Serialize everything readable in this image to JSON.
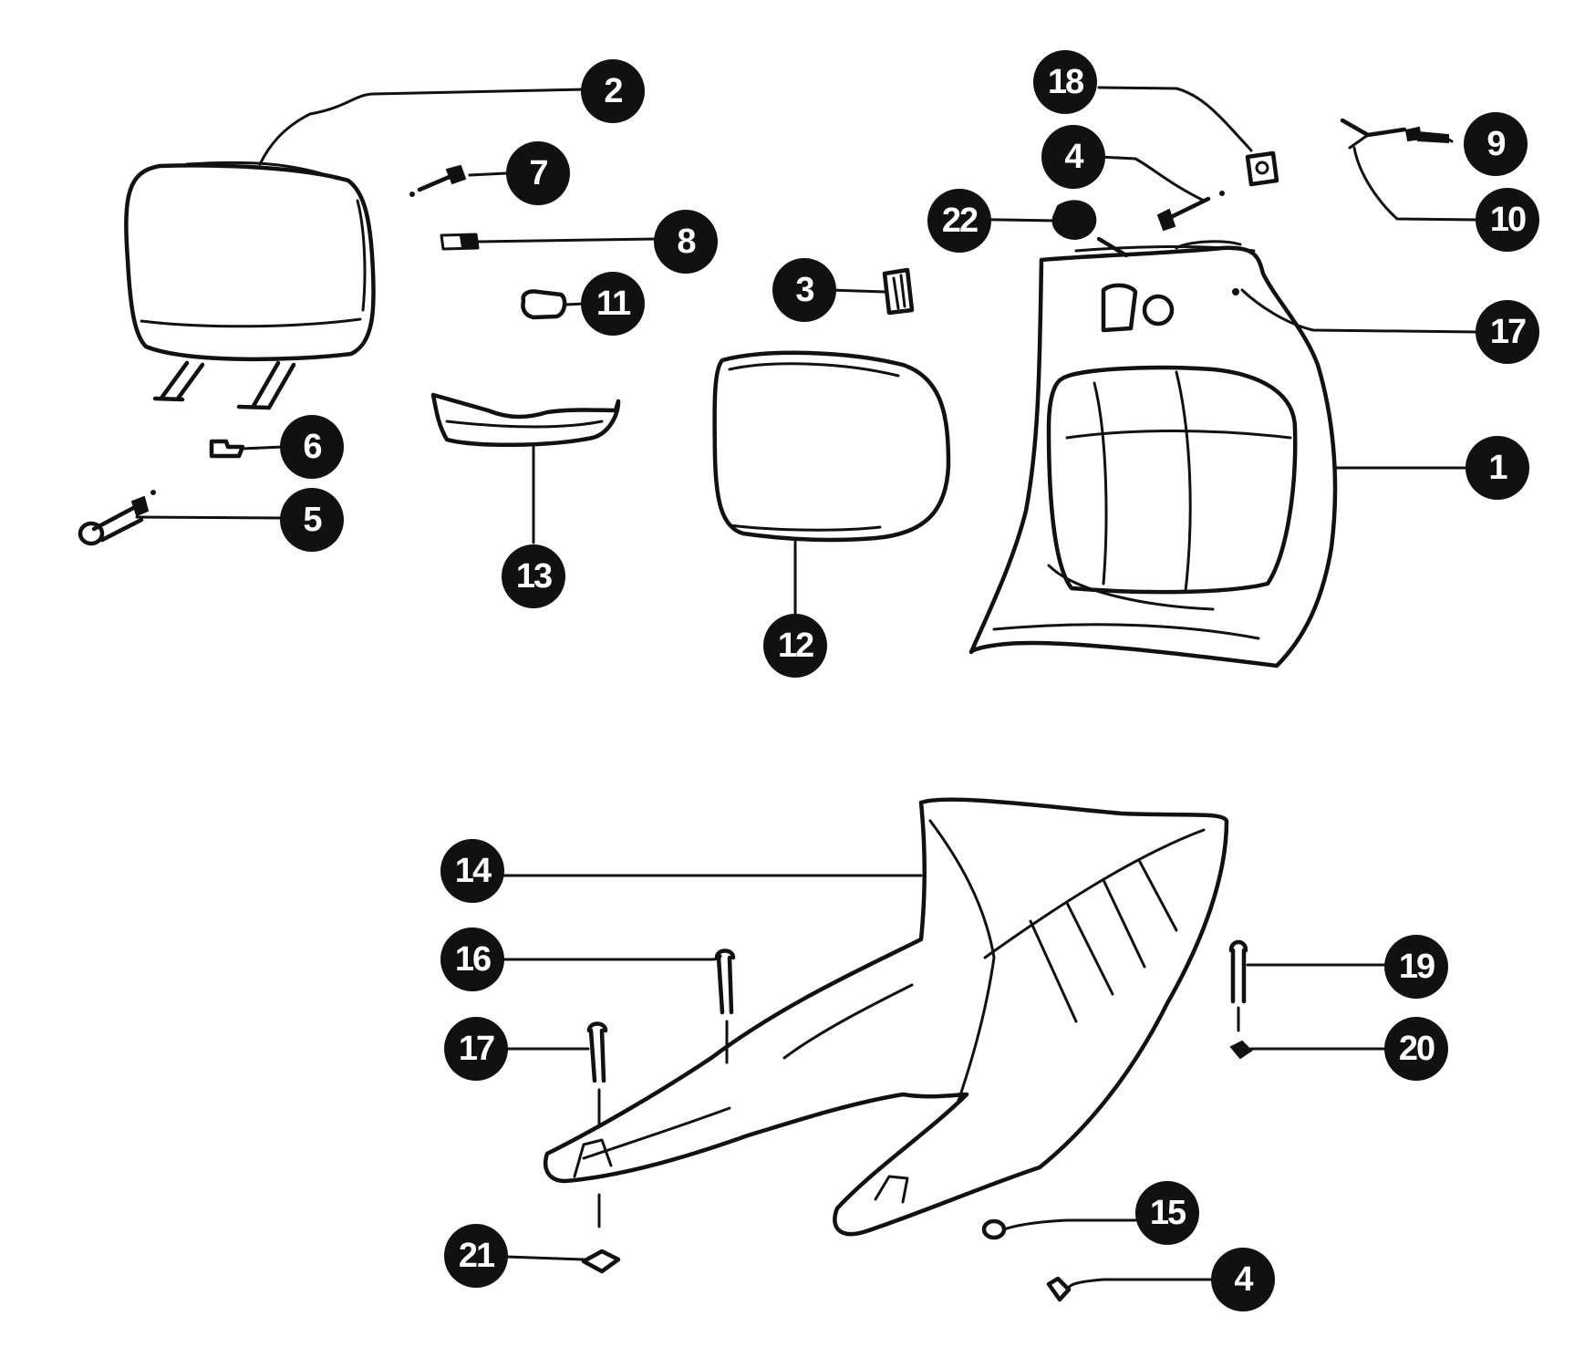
{
  "callouts": {
    "c1": "1",
    "c2": "2",
    "c3": "3",
    "c4a": "4",
    "c4b": "4",
    "c5": "5",
    "c6": "6",
    "c7": "7",
    "c8": "8",
    "c9": "9",
    "c10": "10",
    "c11": "11",
    "c12": "12",
    "c13": "13",
    "c14": "14",
    "c15": "15",
    "c16": "16",
    "c17a": "17",
    "c17b": "17",
    "c18": "18",
    "c19": "19",
    "c20": "20",
    "c21": "21",
    "c22": "22"
  },
  "colors": {
    "ink": "#111111",
    "background": "#ffffff",
    "badge_text": "#ffffff"
  }
}
